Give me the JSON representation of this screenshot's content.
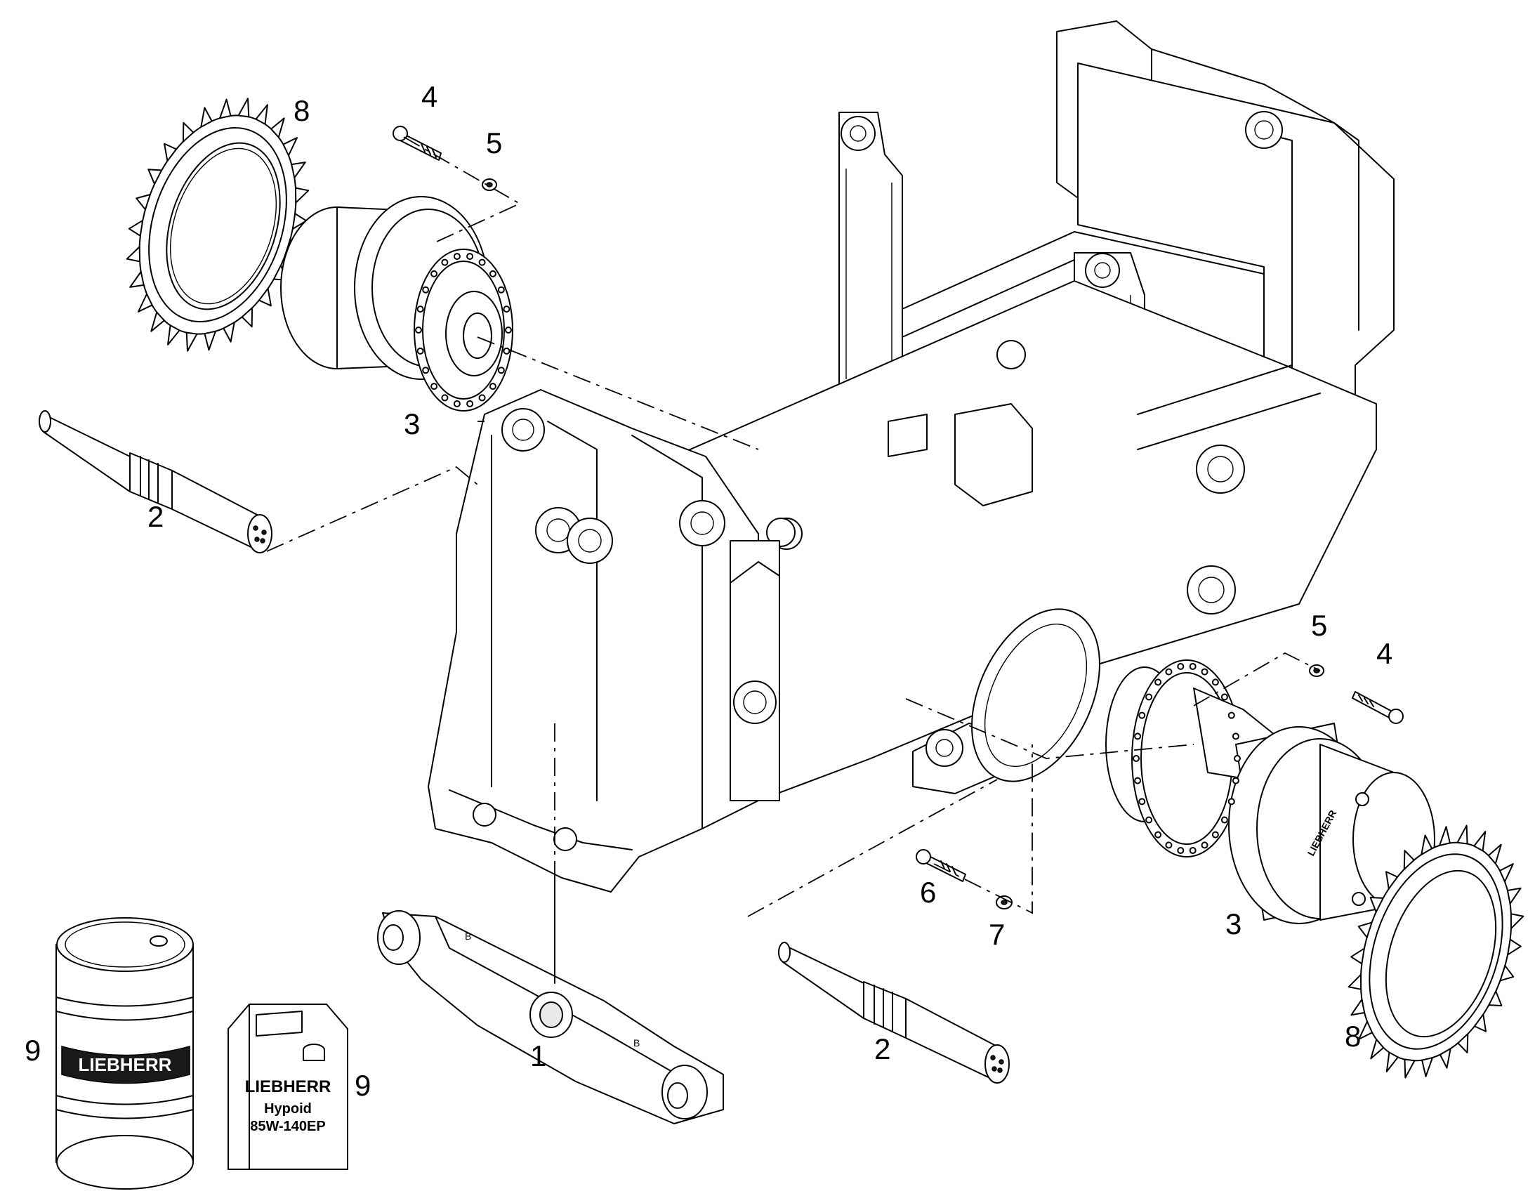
{
  "callouts": {
    "frame_link_1": "1",
    "shaft_upper_2": "2",
    "shaft_lower_2": "2",
    "drive_left_3": "3",
    "drive_right_3": "3",
    "bolt_upper_4": "4",
    "bolt_right_4": "4",
    "washer_upper_5": "5",
    "washer_right_5": "5",
    "bolt_6": "6",
    "washer_7": "7",
    "sprocket_left_8": "8",
    "sprocket_right_8": "8",
    "drum_9": "9",
    "canister_9": "9"
  },
  "drum_label": {
    "brand": "LIEBHERR"
  },
  "canister_label": {
    "brand": "LIEBHERR",
    "line1": "Hypoid",
    "line2": "85W-140EP"
  },
  "colors": {
    "line": "#000000",
    "background": "#ffffff"
  }
}
